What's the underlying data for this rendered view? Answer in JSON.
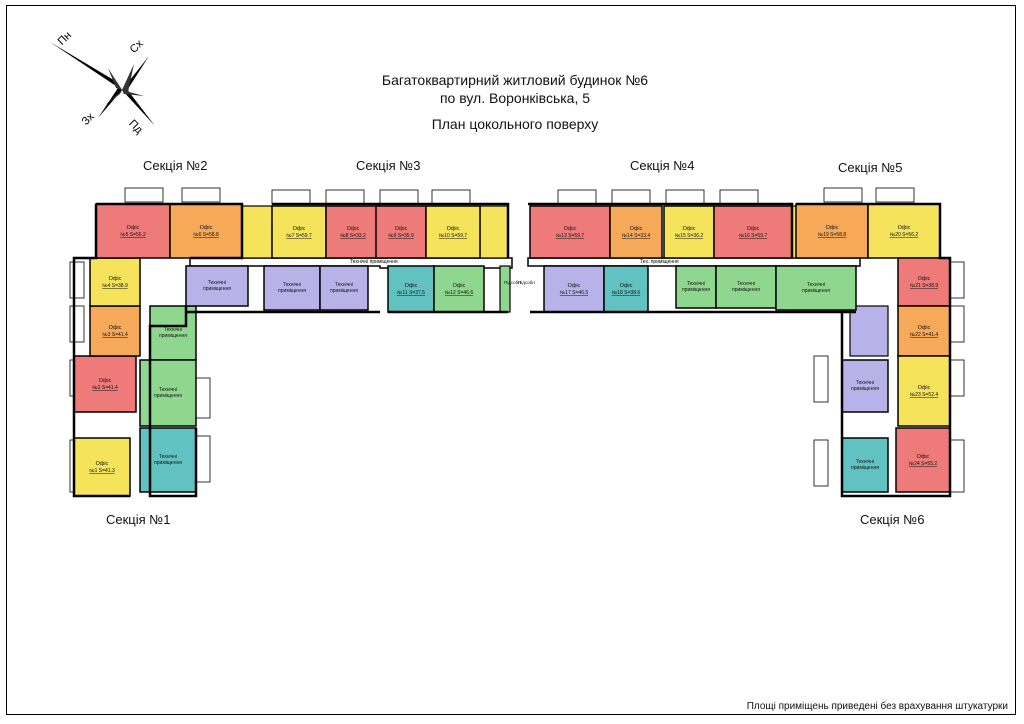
{
  "title": {
    "line1": "Багатоквартирний житловий будинок №6",
    "line2": "по вул. Воронківська, 5",
    "line3": "План цокольного поверху"
  },
  "compass": {
    "n": "Пн",
    "e": "Сх",
    "w": "Зх",
    "s": "Пд"
  },
  "sections": [
    "Секція №1",
    "Секція №2",
    "Секція №3",
    "Секція №4",
    "Секція №5",
    "Секція №6"
  ],
  "corridor_label": "Технічні приміщення",
  "corridor_label_right": "Тех. приміщення",
  "stair_label": "Підсобн",
  "footnote": "Площі приміщень приведені без врахування штукатурки",
  "colors": {
    "red": "#ee7b79",
    "orange": "#f7a95a",
    "yellow": "#f5e35c",
    "purple": "#b7b3e9",
    "teal": "#62c2c1",
    "green": "#8fd78f",
    "wall": "#000000"
  },
  "rooms": [
    {
      "id": "r2",
      "label": "Офіс",
      "sub": "№2 S=41.4",
      "color": "red"
    },
    {
      "id": "r1",
      "label": "Офіс",
      "sub": "№1 S=41.3",
      "color": "yellow"
    },
    {
      "id": "r3",
      "label": "Офіс",
      "sub": "№3 S=41.4",
      "color": "orange"
    },
    {
      "id": "r4",
      "label": "Офіс",
      "sub": "№4 S=38.9",
      "color": "yellow"
    },
    {
      "id": "r5",
      "label": "Офіс",
      "sub": "№5 S=56.2",
      "color": "red"
    },
    {
      "id": "r6",
      "label": "Офіс",
      "sub": "№6 S=58.8",
      "color": "orange"
    },
    {
      "id": "r7",
      "label": "Офіс",
      "sub": "№7 S=59.7",
      "color": "yellow"
    },
    {
      "id": "r8",
      "label": "Офіс",
      "sub": "№8 S=33.2",
      "color": "red"
    },
    {
      "id": "r9",
      "label": "Офіс",
      "sub": "№9 S=35.9",
      "color": "red"
    },
    {
      "id": "r10",
      "label": "Офіс",
      "sub": "№10 S=59.7",
      "color": "yellow"
    },
    {
      "id": "r11",
      "label": "Офіс",
      "sub": "№11 S=37.5",
      "color": "teal"
    },
    {
      "id": "r12",
      "label": "Офіс",
      "sub": "№12 S=46.6",
      "color": "green"
    },
    {
      "id": "r13",
      "label": "Офіс",
      "sub": "№13 S=59.7",
      "color": "red"
    },
    {
      "id": "r14",
      "label": "Офіс",
      "sub": "№14 S=33.4",
      "color": "orange"
    },
    {
      "id": "r15",
      "label": "Офіс",
      "sub": "№15 S=36.2",
      "color": "yellow"
    },
    {
      "id": "r16",
      "label": "Офіс",
      "sub": "№16 S=59.7",
      "color": "red"
    },
    {
      "id": "r17",
      "label": "Офіс",
      "sub": "№17 S=46.5",
      "color": "purple"
    },
    {
      "id": "r18",
      "label": "Офіс",
      "sub": "№18 S=38.6",
      "color": "teal"
    },
    {
      "id": "r19",
      "label": "Офіс",
      "sub": "№19 S=58.8",
      "color": "orange"
    },
    {
      "id": "r20",
      "label": "Офіс",
      "sub": "№20 S=56.2",
      "color": "yellow"
    },
    {
      "id": "r21",
      "label": "Офіс",
      "sub": "№21 S=38.9",
      "color": "red"
    },
    {
      "id": "r22",
      "label": "Офіс",
      "sub": "№22 S=41.4",
      "color": "orange"
    },
    {
      "id": "r23",
      "label": "Офіс",
      "sub": "№23 S=52.4",
      "color": "yellow"
    },
    {
      "id": "r24",
      "label": "Офіс",
      "sub": "№24 S=55.2",
      "color": "red"
    }
  ],
  "tech_rooms": [
    {
      "id": "t1",
      "label": "Технічні приміщення",
      "color": "teal"
    },
    {
      "id": "t2",
      "label": "Технічні приміщення",
      "color": "green"
    },
    {
      "id": "t3",
      "label": "Технічні приміщення",
      "color": "green"
    },
    {
      "id": "t4",
      "label": "Технічні приміщення",
      "color": "purple"
    },
    {
      "id": "t5",
      "label": "Технічні приміщення",
      "color": "purple"
    },
    {
      "id": "t6",
      "label": "Технічні приміщення",
      "color": "purple"
    },
    {
      "id": "t7",
      "label": "Технічні приміщення",
      "color": "green"
    },
    {
      "id": "t8",
      "label": "Технічні приміщення",
      "color": "green"
    },
    {
      "id": "t9",
      "label": "Технічні приміщення",
      "color": "green"
    },
    {
      "id": "t10",
      "label": "Технічні приміщення",
      "color": "purple"
    },
    {
      "id": "t11",
      "label": "Технічні приміщення",
      "color": "teal"
    }
  ]
}
